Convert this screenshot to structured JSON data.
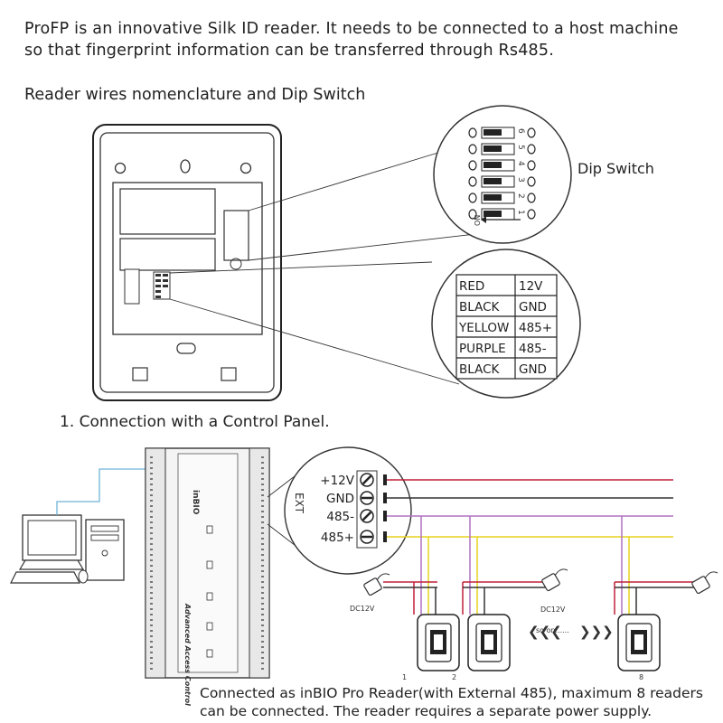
{
  "header": {
    "intro_line1": "ProFP is an innovative Silk ID reader. It needs to be connected to a host machine",
    "intro_line2": "so that fingerprint information can be transferred through Rs485.",
    "subtitle": "Reader wires nomenclature and Dip Switch"
  },
  "dip_switch": {
    "label": "Dip Switch",
    "numbers": [
      "6",
      "5",
      "4",
      "3",
      "2",
      "1"
    ],
    "on_label": "ON"
  },
  "wire_table": {
    "rows": [
      {
        "color": "RED",
        "signal": "12V"
      },
      {
        "color": "BLACK",
        "signal": "GND"
      },
      {
        "color": "YELLOW",
        "signal": "485+"
      },
      {
        "color": "PURPLE",
        "signal": "485-"
      },
      {
        "color": "BLACK",
        "signal": "GND"
      }
    ]
  },
  "connection": {
    "section_title": "1. Connection with a Control Panel.",
    "panel_brand": "inBIO",
    "panel_label": "Advanced Access Control",
    "ext_label": "EXT",
    "terminals": [
      "+12V",
      "GND",
      "485-",
      "485+"
    ],
    "dc_labels": [
      "DC12V",
      "DC12V"
    ],
    "reader_numbers": [
      "1",
      "2",
      "8"
    ],
    "so_on_label": "so on......"
  },
  "footer": {
    "line1": "Connected as inBIO Pro Reader(with External 485), maximum 8 readers",
    "line2": "can be connected. The reader requires a separate power supply."
  },
  "colors": {
    "wire_red": "#c0213a",
    "wire_black": "#333333",
    "wire_purple": "#b070c0",
    "wire_yellow": "#e6d21c"
  }
}
